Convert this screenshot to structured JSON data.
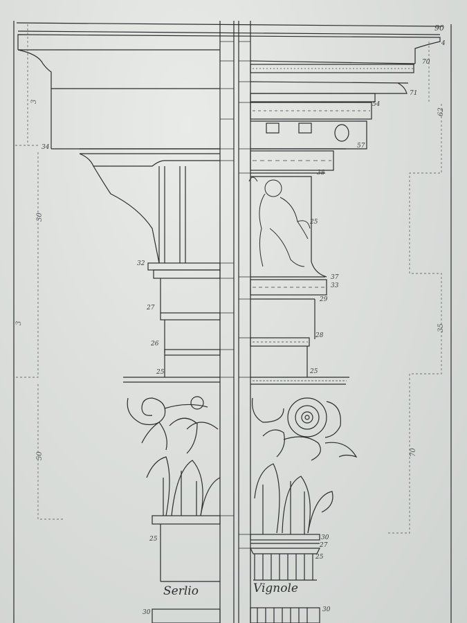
{
  "plate": {
    "left_label": "Serlio",
    "right_label": "Vignole",
    "top_right_number": "90"
  },
  "left_numbers": [
    "34",
    "32",
    "27",
    "26",
    "25",
    "25",
    "30"
  ],
  "right_numbers": [
    "57",
    "38",
    "25",
    "37",
    "33",
    "29",
    "28",
    "25",
    "30",
    "27",
    "25",
    "30",
    "54",
    "71",
    "70",
    "4"
  ],
  "side_numbers": [
    "3",
    "30",
    "3",
    "50",
    "62",
    "35",
    "70"
  ],
  "colors": {
    "paper": "#dcdfdc",
    "ink": "#2a2c2e",
    "faint_ink": "#6b6e70"
  }
}
